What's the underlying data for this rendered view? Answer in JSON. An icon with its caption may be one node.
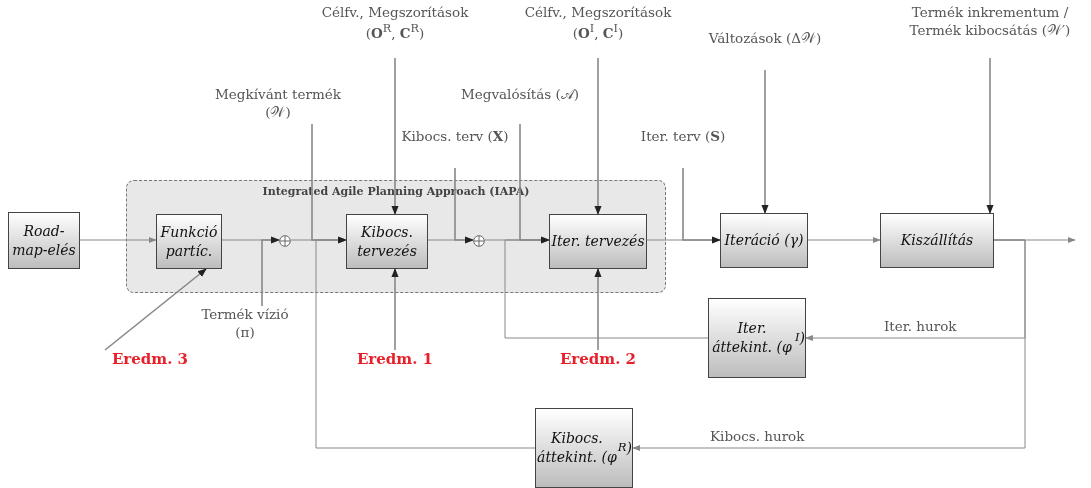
{
  "diagram": {
    "nodes": [
      {
        "text": [
          "Road-map-elés"
        ]
      },
      {
        "text": [
          "Integrated Agile Planning Approach (IAPA)"
        ]
      },
      {
        "text": [
          "Funkció partíc."
        ],
        "in": 1
      },
      {
        "text": [],
        "shape": "circle",
        "in": 1
      },
      {
        "text": [
          "Kibocs. tervezés"
        ],
        "in": 1
      },
      {
        "text": [],
        "shape": "circle",
        "in": 1
      },
      {
        "text": [
          "Iter. tervezés"
        ],
        "in": 1
      },
      {
        "text": [
          "Iteráció (γ)"
        ]
      },
      {
        "text": [
          "Kiszállítás"
        ]
      },
      {
        "text": [
          "Iter. áttekint. (φ$^{I}$)"
        ]
      },
      {
        "text": [
          "Kibocs. áttekint. (φ$^{R}$)"
        ]
      },
      {
        "text": [
          "Megkívánt termék (𝒲)"
        ]
      },
      {
        "text": [
          "Célfv., Megszorítások (**O**$^{R}$, **C**$^{R}$)"
        ]
      },
      {
        "text": [
          "Kibocs. terv (**X**)"
        ]
      },
      {
        "text": [
          "Megvalósítás (𝒜)"
        ]
      },
      {
        "text": [
          "Célfv., Megszorítások (**O**$^{I}$, **C**$^{I}$)"
        ]
      },
      {
        "text": [
          "Iter. terv (**S**)"
        ]
      },
      {
        "text": [
          "Változások (Δ𝒲)"
        ]
      },
      {
        "text": [
          "Termék inkrementum / Termék kibocsátás (𝒲′)"
        ]
      },
      {
        "text": [
          "Termék vízió (π)"
        ]
      },
      {
        "text": [
          "Eredm. 3"
        ]
      },
      {
        "text": [
          "Eredm. 1"
        ]
      },
      {
        "text": [
          "Eredm. 2"
        ]
      }
    ],
    "edges": [
      {
        "from": 0,
        "to": 2,
        "arrow": "to"
      },
      {
        "from": 2,
        "to": 3,
        "arrow": "to"
      },
      {
        "from": 3,
        "to": 4,
        "arrow": "to"
      },
      {
        "from": 4,
        "to": 5,
        "arrow": "to"
      },
      {
        "from": 5,
        "to": 6,
        "arrow": "to"
      },
      {
        "from": 6,
        "to": 7,
        "arrow": "to"
      },
      {
        "from": 7,
        "to": 8,
        "arrow": "to"
      },
      {
        "from": 8,
        "to": null,
        "arrow": "to"
      },
      {
        "from": 8,
        "to": 9,
        "arrow": "to",
        "label": "Iter. hurok"
      },
      {
        "from": 9,
        "to": 6,
        "arrow": "to"
      },
      {
        "from": 8,
        "to": 10,
        "arrow": "to",
        "label": "Kibocs. hurok"
      },
      {
        "from": 10,
        "to": 4,
        "arrow": "to"
      },
      {
        "from": 11,
        "to": 4,
        "arrow": "to",
        "color": "#888888"
      },
      {
        "from": 12,
        "to": 4,
        "arrow": "to",
        "color": "#888888"
      },
      {
        "from": 13,
        "to": 5,
        "arrow": "to",
        "color": "#888888"
      },
      {
        "from": 14,
        "to": 6,
        "arrow": "to",
        "color": "#888888"
      },
      {
        "from": 15,
        "to": 6,
        "arrow": "to",
        "color": "#888888"
      },
      {
        "from": 16,
        "to": 7,
        "arrow": "to",
        "color": "#888888"
      },
      {
        "from": 17,
        "to": 7,
        "arrow": "to",
        "color": "#888888"
      },
      {
        "from": 18,
        "to": 8,
        "arrow": "to",
        "color": "#888888"
      },
      {
        "from": 19,
        "to": 3,
        "arrow": "to",
        "color": "#888888"
      },
      {
        "from": 20,
        "to": 2,
        "arrow": "to",
        "color": "#888888"
      },
      {
        "from": 21,
        "to": 4,
        "arrow": "to",
        "color": "#888888"
      },
      {
        "from": 22,
        "to": 6,
        "arrow": "to",
        "color": "#888888"
      }
    ]
  }
}
